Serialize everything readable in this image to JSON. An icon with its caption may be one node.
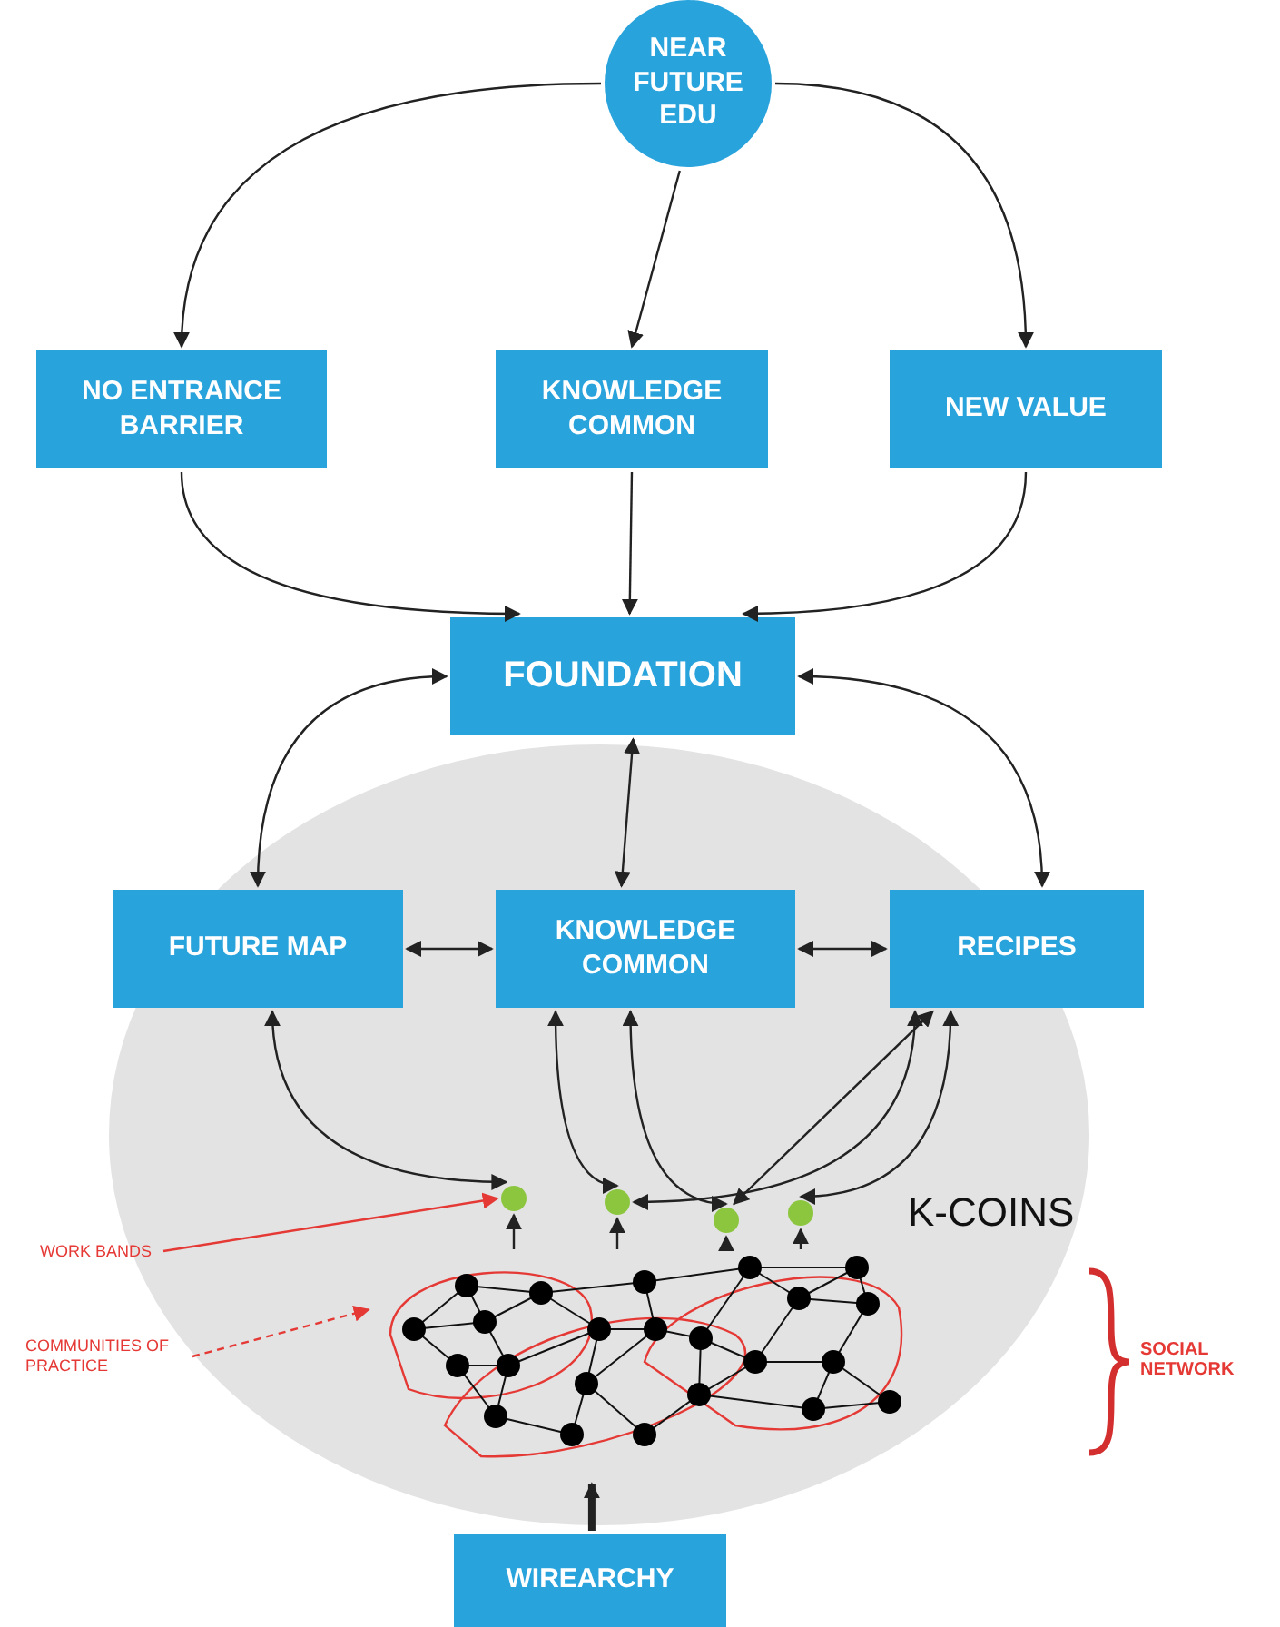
{
  "diagram": {
    "nodes": [
      {
        "text": [
          "NEAR FUTURE EDU"
        ]
      },
      {
        "text": [
          "NO ENTRANCE BARRIER"
        ]
      },
      {
        "text": [
          "KNOWLEDGE COMMON"
        ]
      },
      {
        "text": [
          "NEW VALUE"
        ]
      },
      {
        "text": [
          "FOUNDATION"
        ]
      },
      {
        "text": [
          "K-COINS"
        ]
      },
      {
        "text": [
          "FUTURE MAP"
        ],
        "in": 5
      },
      {
        "text": [
          "KNOWLEDGE COMMON"
        ],
        "in": 5
      },
      {
        "text": [
          "RECIPES"
        ],
        "in": 5
      },
      {
        "text": [],
        "shape": "circle",
        "in": 5
      },
      {
        "text": [],
        "shape": "circle",
        "in": 5
      },
      {
        "text": [],
        "shape": "circle",
        "in": 5
      },
      {
        "text": [],
        "shape": "circle",
        "in": 5
      },
      {
        "text": [
          "WORK BANDS"
        ]
      },
      {
        "text": [
          "COMMUNITIES OF PRACTICE"
        ]
      },
      {
        "text": [],
        "shape": "cloud",
        "in": 5
      },
      {
        "text": [
          "WIREARCHY"
        ]
      }
    ],
    "edges": [
      {
        "from": 0,
        "to": 1,
        "arrow": "to"
      },
      {
        "from": 0,
        "to": 2,
        "arrow": "to"
      },
      {
        "from": 0,
        "to": 3,
        "arrow": "to"
      },
      {
        "from": 1,
        "to": 4,
        "arrow": "to"
      },
      {
        "from": 2,
        "to": 4,
        "arrow": "to"
      },
      {
        "from": 3,
        "to": 4,
        "arrow": "to"
      },
      {
        "from": 4,
        "to": 6,
        "arrow": "both"
      },
      {
        "from": 4,
        "to": 7,
        "arrow": "both"
      },
      {
        "from": 4,
        "to": 8,
        "arrow": "both"
      },
      {
        "from": 6,
        "to": 7,
        "arrow": "both"
      },
      {
        "from": 7,
        "to": 8,
        "arrow": "both"
      },
      {
        "from": 6,
        "to": 9,
        "arrow": "both"
      },
      {
        "from": 7,
        "to": 10,
        "arrow": "both"
      },
      {
        "from": 7,
        "to": 11,
        "arrow": "both"
      },
      {
        "from": 8,
        "to": 10,
        "arrow": "both"
      },
      {
        "from": 8,
        "to": 11,
        "arrow": "both"
      },
      {
        "from": 8,
        "to": 12,
        "arrow": "both"
      },
      {
        "from": 15,
        "to": 9,
        "arrow": "to"
      },
      {
        "from": 15,
        "to": 10,
        "arrow": "to"
      },
      {
        "from": 15,
        "to": 11,
        "arrow": "to"
      },
      {
        "from": 15,
        "to": 12,
        "arrow": "to"
      },
      {
        "from": 13,
        "to": 9,
        "arrow": "to",
        "color": "#e53935"
      },
      {
        "from": 14,
        "to": 15,
        "arrow": "to",
        "style": "dashed",
        "color": "#e53935"
      },
      {
        "from": 16,
        "to": 15,
        "arrow": "to",
        "style": "thick"
      }
    ],
    "labels": [
      "SOCIAL NETWORK"
    ]
  }
}
